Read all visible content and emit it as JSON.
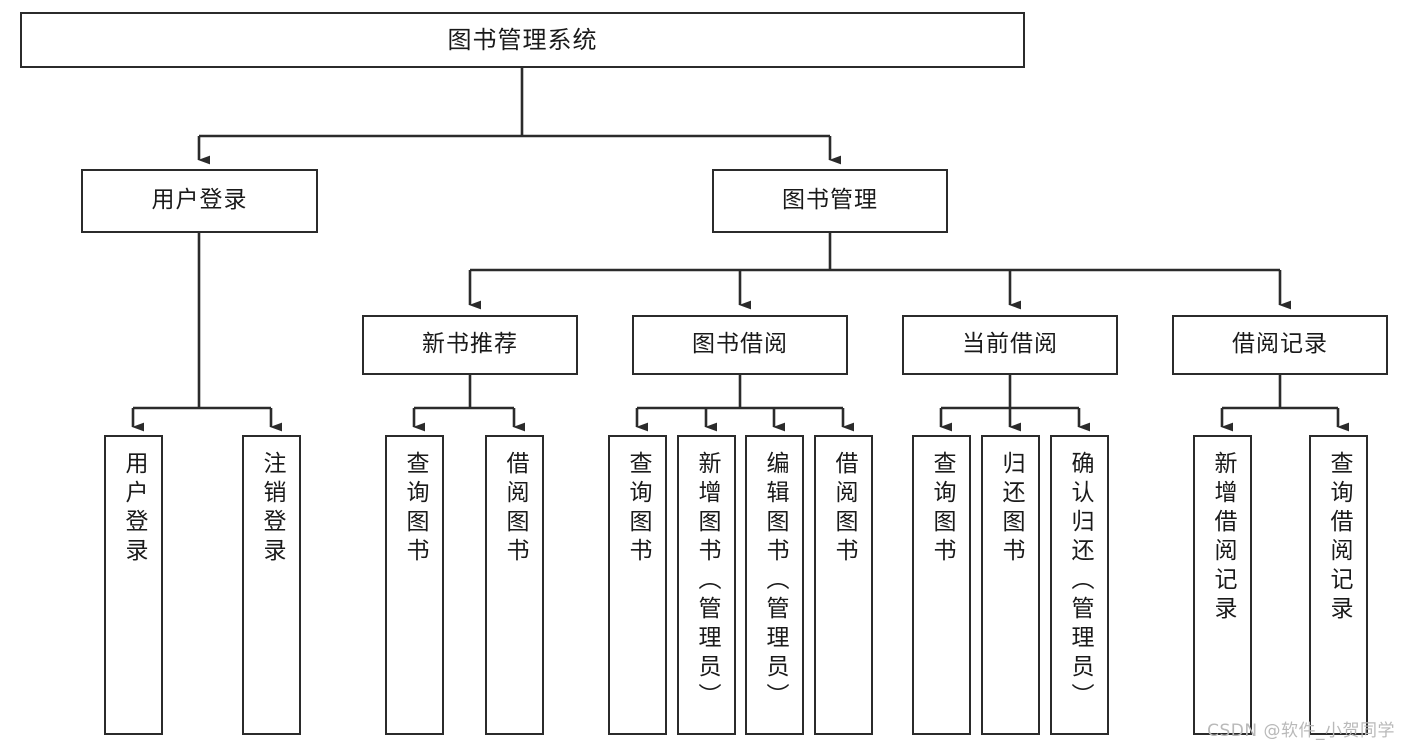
{
  "diagram": {
    "title": "图书管理系统",
    "type": "hierarchy-tree",
    "watermark": "CSDN @软件_小贺同学",
    "colors": {
      "box_border": "#2b2b2b",
      "box_fill": "#ffffff",
      "edge": "#2b2b2b",
      "background": "#ffffff",
      "watermark": "#b9b9b9"
    },
    "nodes": {
      "root": {
        "label": "图书管理系统"
      },
      "level2": [
        {
          "label": "用户登录"
        },
        {
          "label": "图书管理"
        }
      ],
      "level3": [
        {
          "label": "新书推荐"
        },
        {
          "label": "图书借阅"
        },
        {
          "label": "当前借阅"
        },
        {
          "label": "借阅记录"
        }
      ],
      "leaves": {
        "user_login": [
          {
            "label": "用户登录"
          },
          {
            "label": "注销登录"
          }
        ],
        "new_book_recommend": [
          {
            "label": "查询图书"
          },
          {
            "label": "借阅图书"
          }
        ],
        "book_borrow": [
          {
            "label": "查询图书"
          },
          {
            "label": "新增图书（管理员）"
          },
          {
            "label": "编辑图书（管理员）"
          },
          {
            "label": "借阅图书"
          }
        ],
        "current_borrow": [
          {
            "label": "查询图书"
          },
          {
            "label": "归还图书"
          },
          {
            "label": "确认归还（管理员）"
          }
        ],
        "borrow_record": [
          {
            "label": "新增借阅记录"
          },
          {
            "label": "查询借阅记录"
          }
        ]
      }
    }
  }
}
